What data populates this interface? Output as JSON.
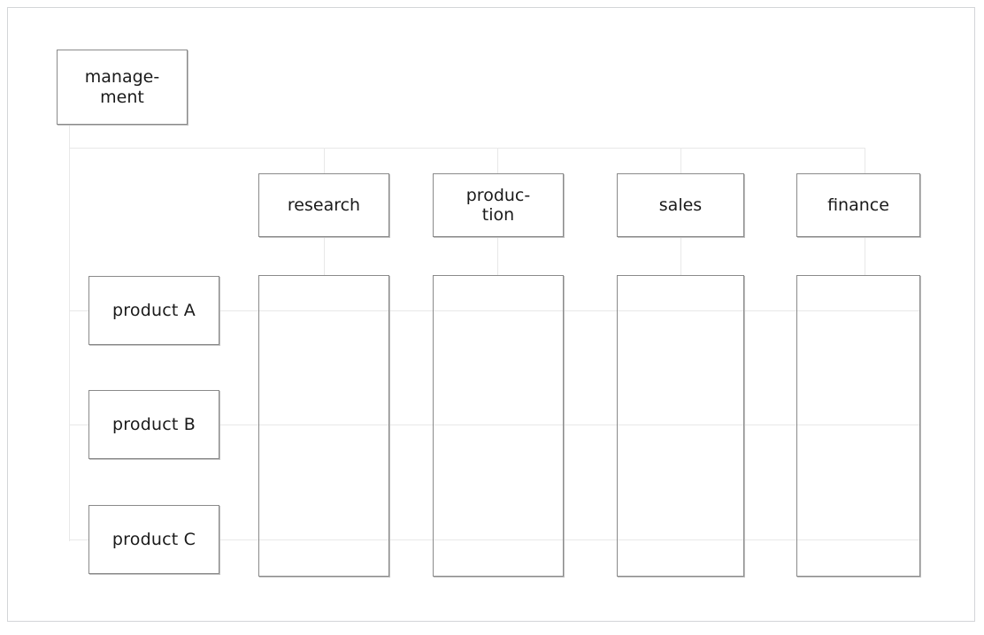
{
  "diagram": {
    "type": "matrix-organization-chart",
    "title": "",
    "colors": {
      "box_border": "#8a8a8a",
      "box_shadow": "#bfbfbf",
      "connector": "#e8e8e8",
      "canvas_border": "#d3d5d8",
      "background": "#ffffff",
      "text": "#1a1a1a"
    },
    "root": {
      "label": "manage-\nment",
      "plain_label": "management"
    },
    "departments": [
      {
        "label": "research",
        "plain_label": "research"
      },
      {
        "label": "produc-\ntion",
        "plain_label": "production"
      },
      {
        "label": "sales",
        "plain_label": "sales"
      },
      {
        "label": "finance",
        "plain_label": "finance"
      }
    ],
    "products": [
      {
        "label": "product  A",
        "plain_label": "product A"
      },
      {
        "label": "product  B",
        "plain_label": "product B"
      },
      {
        "label": "product  C",
        "plain_label": "product C"
      }
    ]
  }
}
